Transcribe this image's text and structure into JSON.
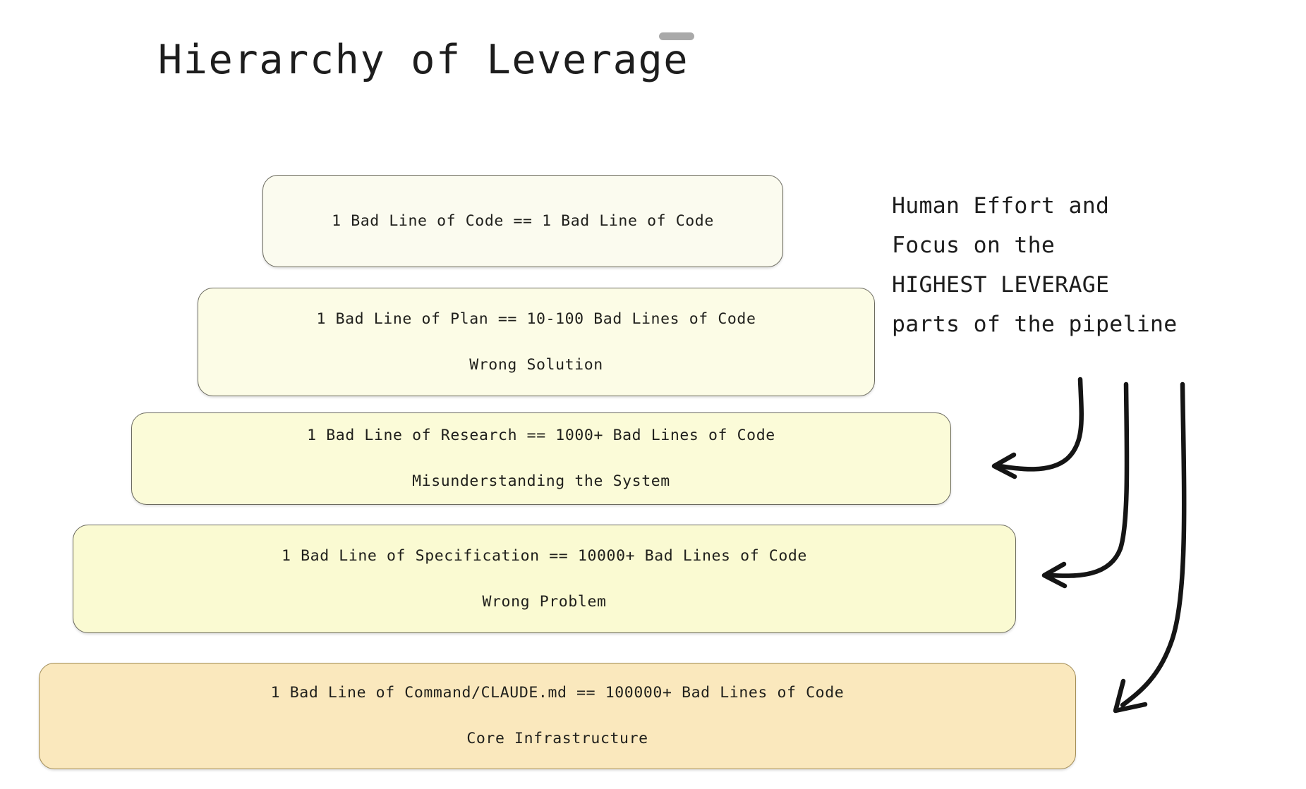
{
  "page": {
    "title": "Hierarchy of Leverage",
    "background_color": "#ffffff",
    "text_color": "#1d1d1d",
    "handle_color": "#a9a9a9"
  },
  "levels": [
    {
      "id": "level-code",
      "main": "1 Bad Line of Code == 1 Bad Line of Code",
      "sub": "",
      "fill": "#fbfbef",
      "border": "#6b6a5e"
    },
    {
      "id": "level-plan",
      "main": "1 Bad Line of Plan == 10-100 Bad Lines of Code",
      "sub": "Wrong Solution",
      "fill": "#fcfce6",
      "border": "#6b6a5e"
    },
    {
      "id": "level-research",
      "main": "1 Bad Line of Research == 1000+ Bad Lines of Code",
      "sub": "Misunderstanding the System",
      "fill": "#fbfbd8",
      "border": "#6b6a5e"
    },
    {
      "id": "level-specification",
      "main": "1 Bad Line of Specification == 10000+ Bad Lines of Code",
      "sub": "Wrong Problem",
      "fill": "#fafad2",
      "border": "#6b6a5e"
    },
    {
      "id": "level-command",
      "main": "1 Bad Line of Command/CLAUDE.md == 100000+ Bad Lines of Code",
      "sub": "Core Infrastructure",
      "fill": "#fae8bd",
      "border": "#a08b55"
    }
  ],
  "annotation": {
    "lines": [
      "Human Effort and",
      "Focus on the",
      "HIGHEST LEVERAGE",
      "parts of the pipeline"
    ],
    "arrow_count": 3,
    "arrow_color": "#151515",
    "arrow_targets": [
      "level-research",
      "level-specification",
      "level-command"
    ]
  }
}
